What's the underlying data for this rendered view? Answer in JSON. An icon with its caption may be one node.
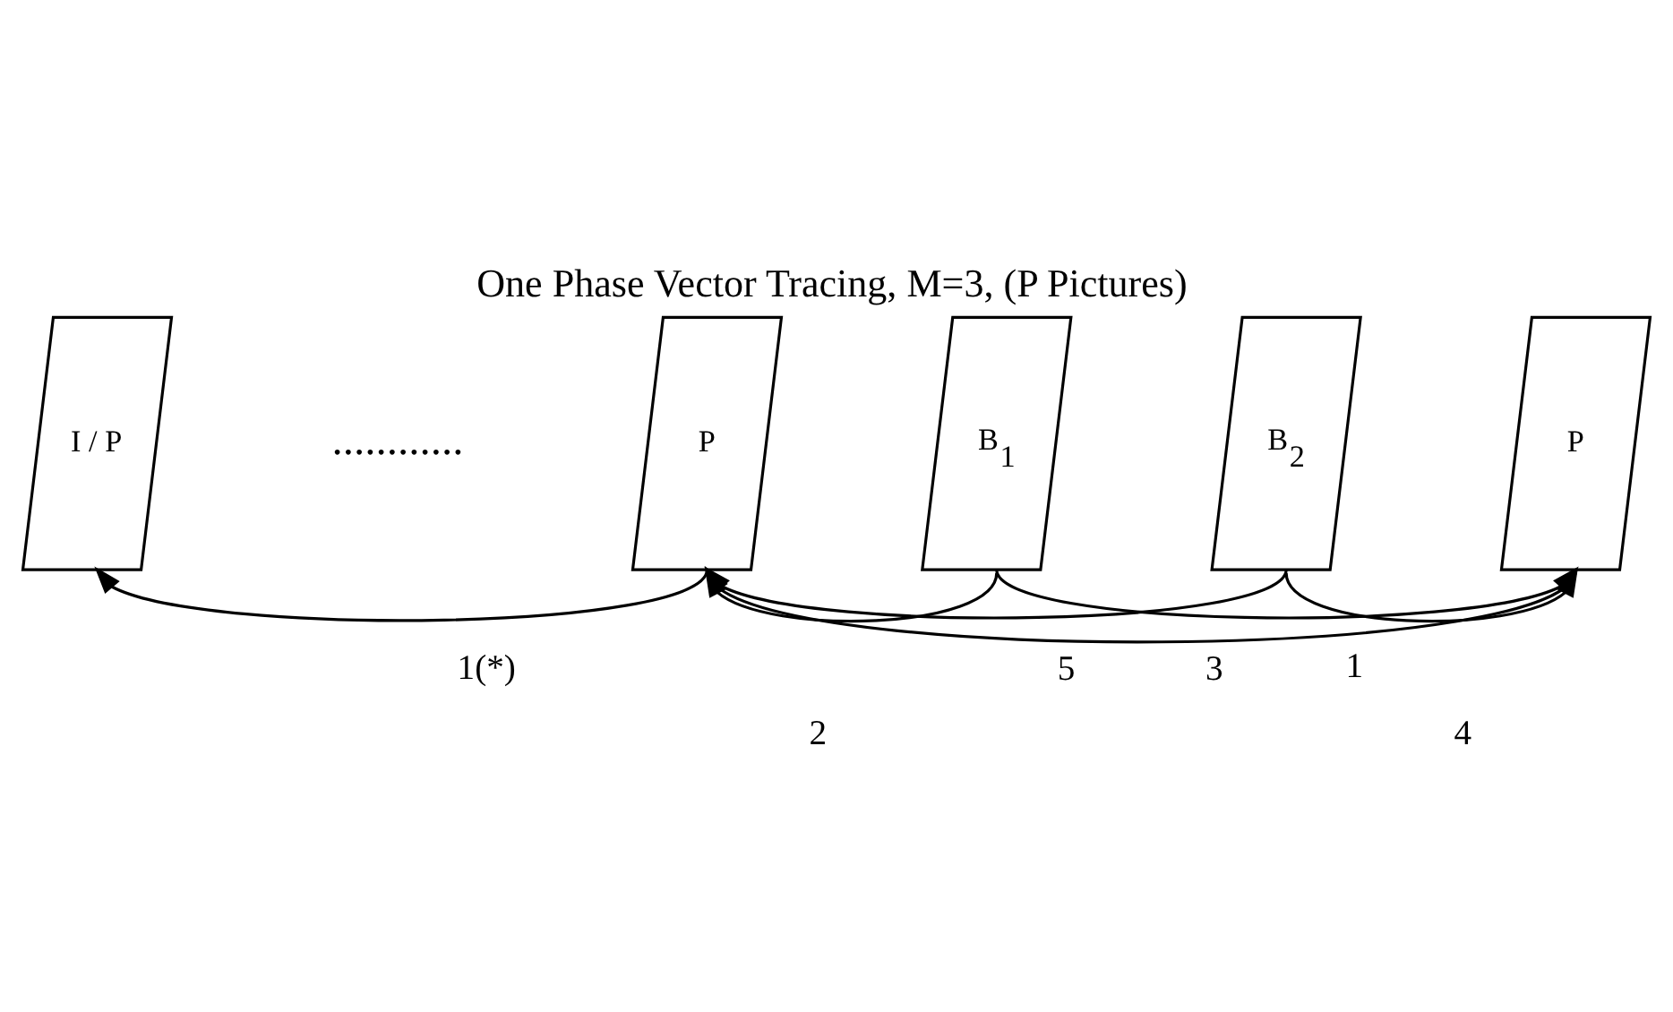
{
  "diagram": {
    "title": "One Phase Vector Tracing, M=3, (P Pictures)",
    "nodes": [
      {
        "text": [
          "I / P"
        ]
      },
      {
        "text": [
          "P"
        ]
      },
      {
        "text": [
          "B$_{1}$"
        ]
      },
      {
        "text": [
          "B$_{2}$"
        ]
      },
      {
        "text": [
          "P"
        ]
      }
    ],
    "edges": [
      {
        "from": 1,
        "to": 0,
        "arrow": "to",
        "label": "1(*)"
      },
      {
        "from": 2,
        "to": 1,
        "arrow": "to",
        "label": "2"
      },
      {
        "from": 3,
        "to": 1,
        "arrow": "to",
        "label": "5"
      },
      {
        "from": 2,
        "to": 4,
        "arrow": "to",
        "label": "3"
      },
      {
        "from": 3,
        "to": 4,
        "arrow": "to",
        "label": "4"
      },
      {
        "from": 4,
        "to": 1,
        "arrow": "to",
        "label": "1"
      }
    ],
    "labels": [
      "............"
    ]
  }
}
